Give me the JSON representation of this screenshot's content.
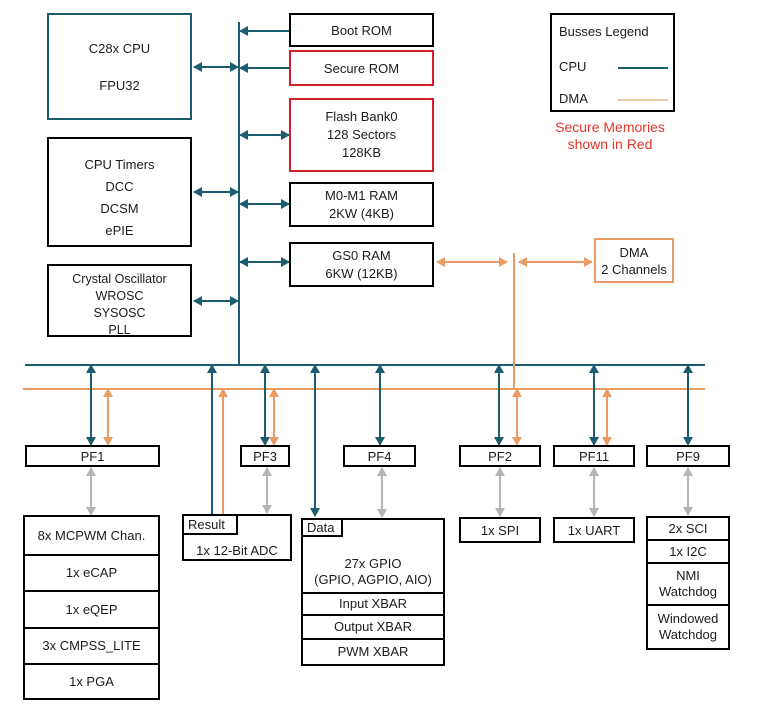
{
  "colors": {
    "cpu_bus": "#1d5c6e",
    "dma_bus": "#e99c66",
    "dma_legend_line": "#eec9a4",
    "secure_red": "#d1202a",
    "red_note": "#e53529",
    "gray_arrow": "#b5b5b5",
    "box_border": "#000000"
  },
  "legend": {
    "title": "Busses Legend",
    "items": [
      {
        "label": "CPU"
      },
      {
        "label": "DMA"
      }
    ],
    "note": {
      "line1": "Secure Memories",
      "line2": "shown in Red"
    }
  },
  "blocks": {
    "cpu": {
      "line1": "C28x CPU",
      "line2": "FPU32"
    },
    "timers": {
      "lines": [
        "CPU Timers",
        "DCC",
        "DCSM",
        "ePIE"
      ]
    },
    "osc": {
      "lines": [
        "Crystal Oscillator",
        "WROSC",
        "SYSOSC",
        "PLL"
      ]
    },
    "boot_rom": {
      "label": "Boot ROM"
    },
    "secure_rom": {
      "label": "Secure ROM"
    },
    "flash": {
      "lines": [
        "Flash Bank0",
        "128 Sectors",
        "128KB"
      ]
    },
    "m0m1": {
      "lines": [
        "M0-M1 RAM",
        "2KW (4KB)"
      ]
    },
    "gs0": {
      "lines": [
        "GS0 RAM",
        "6KW (12KB)"
      ]
    },
    "dma": {
      "lines": [
        "DMA",
        "2 Channels"
      ]
    }
  },
  "pf": [
    "PF1",
    "PF3",
    "PF4",
    "PF2",
    "PF11",
    "PF9"
  ],
  "peripherals": {
    "pwm_stack": [
      "8x MCPWM Chan.",
      "1x eCAP",
      "1x eQEP",
      "3x CMPSS_LITE",
      "1x PGA"
    ],
    "adc": {
      "tab": "Result",
      "label": "1x 12-Bit ADC"
    },
    "gpio": {
      "tab": "Data",
      "line1": "27x GPIO",
      "line2": "(GPIO, AGPIO, AIO)",
      "rows": [
        "Input XBAR",
        "Output XBAR",
        "PWM XBAR"
      ]
    },
    "spi": {
      "label": "1x SPI"
    },
    "uart": {
      "label": "1x UART"
    },
    "comm_stack": [
      "2x SCI",
      "1x I2C",
      "NMI Watchdog",
      "Windowed Watchdog"
    ]
  }
}
